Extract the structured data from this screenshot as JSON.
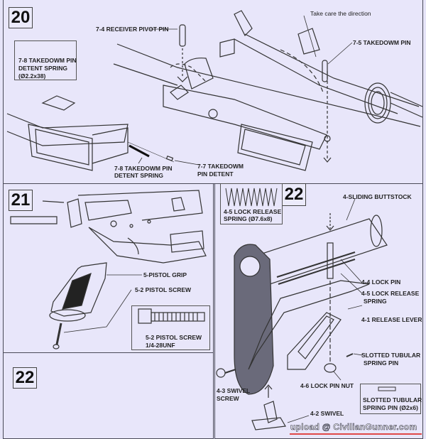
{
  "steps": [
    {
      "number": "20"
    },
    {
      "number": "21"
    },
    {
      "number": "22"
    },
    {
      "number": "22"
    }
  ],
  "step20": {
    "inset_spring": {
      "line1": "7-8 TAKEDOWM PIN",
      "line2": "DETENT SPRING",
      "line3": "(Ø2.2x38)"
    },
    "callouts": {
      "receiver_pivot_pin": "7-4 RECEIVER PIVOT PIN",
      "take_care": "Take care the direction",
      "takedown_pin": "7-5 TAKEDOWM PIN",
      "detent_spring_1": "7-8 TAKEDOWM PIN",
      "detent_spring_2": "DETENT SPRING",
      "pin_detent_1": "7-7 TAKEDOWM",
      "pin_detent_2": "PIN DETENT"
    }
  },
  "step21": {
    "callouts": {
      "pistol_grip": "5-PISTOL GRIP",
      "pistol_screw": "5-2 PISTOL SCREW"
    },
    "inset_screw": {
      "line1": "5-2 PISTOL SCREW",
      "line2": "1/4-28UNF"
    }
  },
  "step22": {
    "inset_spring": {
      "line1": "4-5 LOCK RELEASE",
      "line2": "SPRING (Ø7.6x8)"
    },
    "callouts": {
      "buttstock": "4-SLIDING BUTTSTOCK",
      "lock_pin": "4-4 LOCK PIN",
      "lock_release_spring_1": "4-5 LOCK RELEASE",
      "lock_release_spring_2": "SPRING",
      "release_lever": "4-1 RELEASE LEVER",
      "tubular_pin_1": "SLOTTED TUBULAR",
      "tubular_pin_2": "SPRING PIN",
      "lock_pin_nut": "4-6 LOCK PIN NUT",
      "swivel_screw_1": "4-3 SWIVEL",
      "swivel_screw_2": "SCREW",
      "swivel": "4-2 SWIVEL"
    },
    "inset_pin": {
      "line1": "SLOTTED TUBULAR",
      "line2": "SPRING PIN (Ø2x6)"
    }
  },
  "watermark": "upload @ CivilianGunner.com",
  "colors": {
    "background": "#e6e4f8",
    "line": "#333333",
    "accent": "#e04848"
  }
}
